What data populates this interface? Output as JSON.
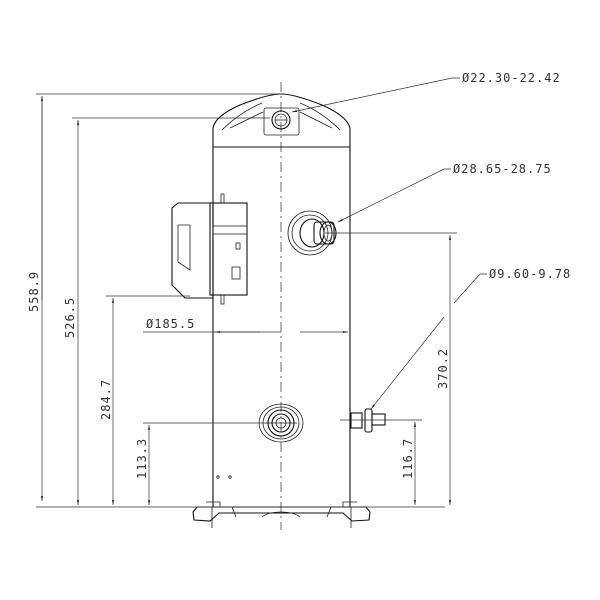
{
  "drawing": {
    "dimensions": {
      "overall_height": "558.9",
      "suction_height": "526.5",
      "terminal_box_height": "284.7",
      "oil_port_height": "113.3",
      "discharge_height": "370.2",
      "valve_height": "116.7",
      "shell_diameter": "Ø185.5"
    },
    "callouts": {
      "suction_diameter": "Ø22.30-22.42",
      "discharge_diameter": "Ø28.65-28.75",
      "schrader_diameter": "Ø9.60-9.78"
    },
    "line_color": "#222222"
  }
}
